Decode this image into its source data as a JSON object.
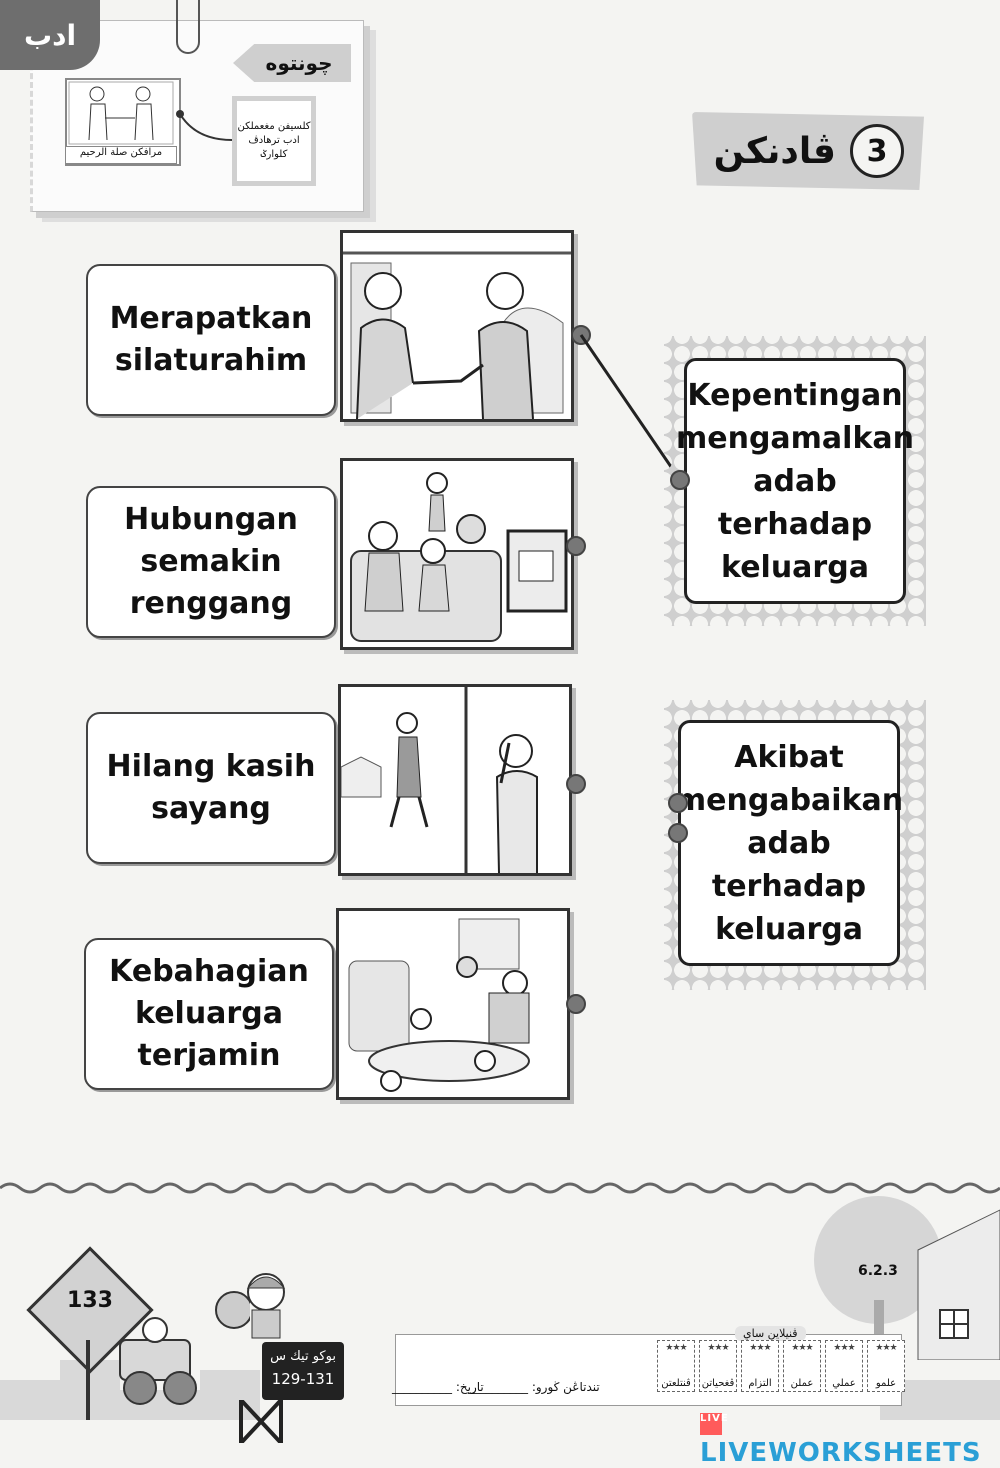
{
  "header": {
    "subject_tab": "ادب",
    "note_ribbon": "چونتوه",
    "note_caption": "مرافكن صلة الرحيم",
    "note_box_text": "كلسيفن مغعملكن ادب ترهادڤ كلوارݢ"
  },
  "activity": {
    "number": "3",
    "title": "ڤادنكن"
  },
  "labels": [
    {
      "text": "Merapatkan silaturahim"
    },
    {
      "text": "Hubungan semakin renggang"
    },
    {
      "text": "Hilang kasih sayang"
    },
    {
      "text": "Kebahagian keluarga terjamin"
    }
  ],
  "categories": [
    {
      "text": "Kepentingan mengamalkan adab terhadap keluarga"
    },
    {
      "text": "Akibat mengabaikan adab terhadap keluarga"
    }
  ],
  "footer": {
    "page_number": "133",
    "book_ref_title": "بوكو تيك س",
    "book_ref_pages": "129-131",
    "standard_code": "6.2.3",
    "eval_header": "ڤنيلاين ساي",
    "eval_items": [
      "علمو",
      "عملي",
      "عملن",
      "التزام",
      "ڤغحياتن",
      "ڤنتلعتن"
    ],
    "teacher_sign": "تندتاڠن ڬورو: __________",
    "date_label": "تاريخ: __________",
    "watermark": "LIVEWORKSHEETS",
    "watermark_badge": "LIVE"
  },
  "colors": {
    "panel_gray": "#cfcfcf",
    "border_dark": "#333333",
    "watermark_blue": "#2a9fd6"
  }
}
